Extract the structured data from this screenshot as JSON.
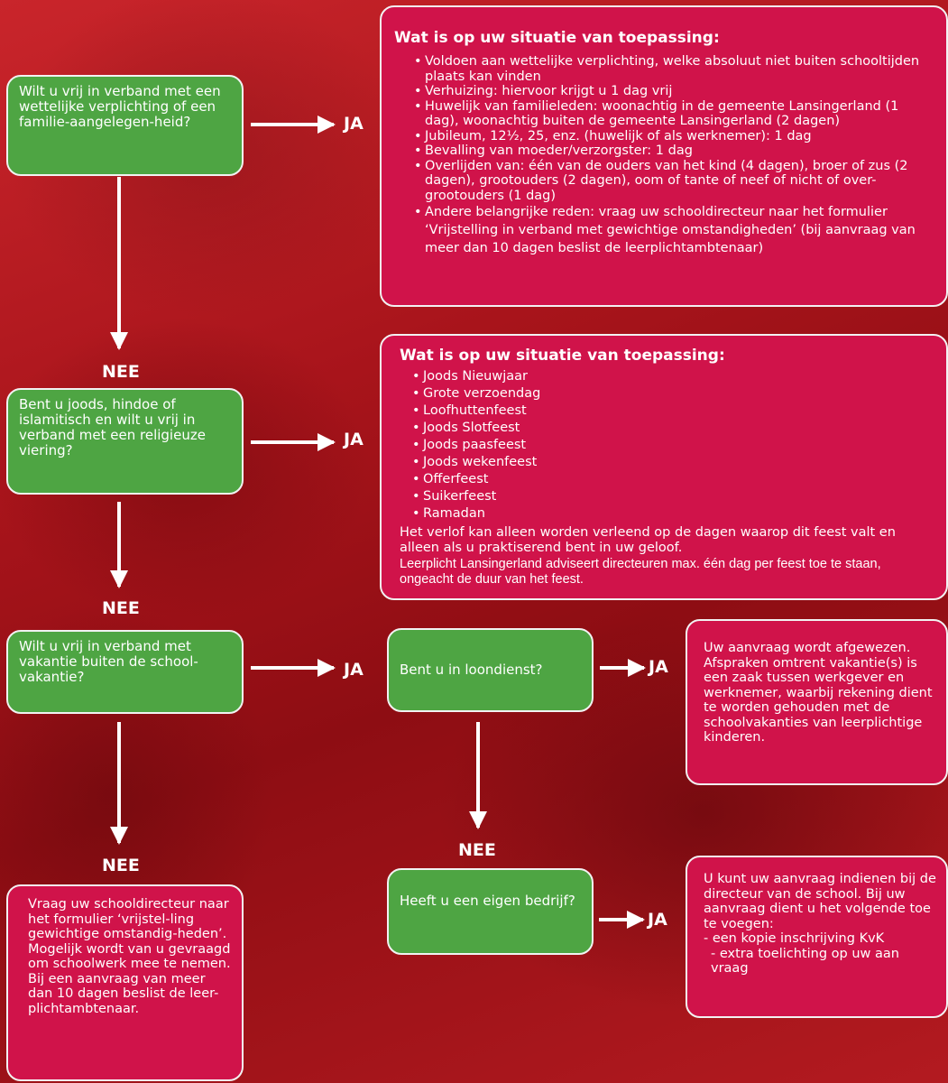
{
  "questions": {
    "q1": "Wilt u vrij in verband met een wettelijke verplichting of een familie-aangelegen-heid?",
    "q2": "Bent u joods, hindoe of islamitisch en wilt u vrij in verband met een religieuze viering?",
    "q3": "Wilt u vrij in verband met vakantie buiten de school-vakantie?",
    "q4": "Bent u in loondienst?",
    "q5": "Heeft u een eigen bedrijf?"
  },
  "labels": {
    "ja": "JA",
    "nee": "NEE"
  },
  "info1": {
    "title": "Wat is op uw situatie van toepassing:",
    "items": [
      "Voldoen aan wettelijke verplichting, welke absoluut niet buiten schooltijden plaats kan vinden",
      "Verhuizing: hiervoor krijgt u 1 dag vrij",
      "Huwelijk van familieleden: woonachtig in de gemeente Lansingerland (1 dag), woonachtig buiten de gemeente Lansingerland (2 dagen)",
      "Jubileum, 12½, 25, enz. (huwelijk of als werknemer): 1 dag",
      "Bevalling van moeder/verzorgster: 1 dag",
      "Overlijden van: één van de ouders van het kind (4 dagen), broer of zus (2 dagen), grootouders (2 dagen), oom of tante of neef of nicht of over-grootouders (1 dag)",
      "Andere belangrijke reden: vraag uw schooldirecteur naar het formulier ‘Vrijstelling in verband met gewichtige omstandigheden’ (bij aanvraag van meer dan 10 dagen beslist de leerplichtambtenaar)"
    ]
  },
  "info2": {
    "title": "Wat is op uw situatie van toepassing:",
    "items": [
      "Joods Nieuwjaar",
      "Grote verzoendag",
      "Loofhuttenfeest",
      "Joods Slotfeest",
      "Joods paasfeest",
      "Joods wekenfeest",
      "Offerfeest",
      "Suikerfeest",
      "Ramadan"
    ],
    "text1": "Het verlof kan alleen worden verleend op de dagen waarop dit feest valt en alleen als u praktiserend bent in uw geloof.",
    "text2": "Leerplicht Lansingerland adviseert directeuren max. één dag per feest toe te staan, ongeacht de duur van het feest."
  },
  "outcomes": {
    "loondienst": "Uw aanvraag wordt afgewezen. Afspraken omtrent vakantie(s) is een zaak tussen werkgever en werknemer, waarbij rekening dient te worden gehouden met de schoolvakanties van leerplichtige kinderen.",
    "bedrijf_intro": "U kunt uw aanvraag indienen bij de directeur van de school. Bij uw aanvraag dient u het volgende toe te voegen:",
    "bedrijf_items": [
      "- een kopie inschrijving KvK",
      "- extra toelichting op uw aan vraag"
    ],
    "final": "Vraag uw schooldirecteur naar het formulier ‘vrijstel-ling gewichtige omstandig-heden’. Mogelijk wordt van u gevraagd om schoolwerk mee te nemen. Bij een aanvraag van meer dan 10 dagen beslist de leer-plichtambtenaar."
  },
  "colors": {
    "green": "#4ea543",
    "red": "#d0134a",
    "border": "#f2f2f2"
  }
}
